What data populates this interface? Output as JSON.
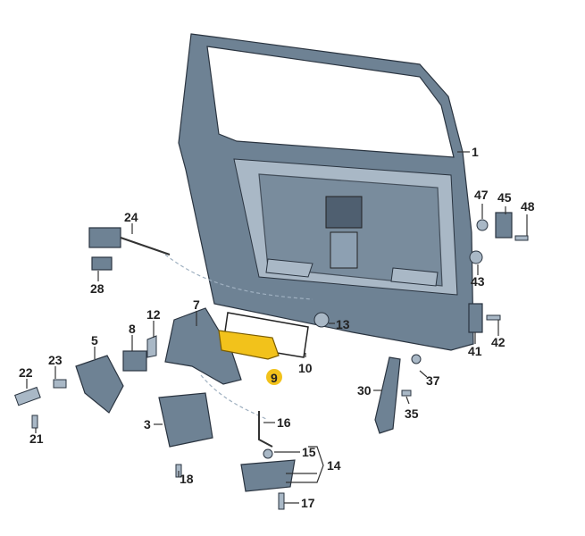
{
  "diagram": {
    "title": "Rear lid / tailgate lock parts",
    "highlight_color": "#f2c21b",
    "part_color": "#6e8294",
    "callouts": [
      "1",
      "24",
      "28",
      "47",
      "45",
      "48",
      "43",
      "13",
      "7",
      "12",
      "8",
      "5",
      "10",
      "9",
      "41",
      "42",
      "22",
      "23",
      "37",
      "30",
      "35",
      "3",
      "16",
      "21",
      "15",
      "14",
      "18",
      "17"
    ],
    "highlighted_callout": "9"
  }
}
